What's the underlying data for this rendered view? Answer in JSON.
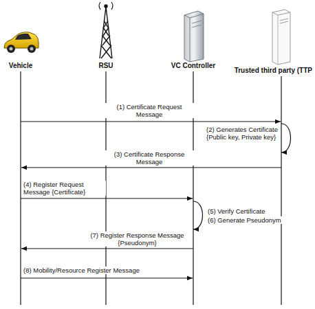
{
  "diagram": {
    "nodes": [
      {
        "text": [
          "Vehicle"
        ]
      },
      {
        "text": [
          "RSU"
        ]
      },
      {
        "text": [
          "VC Controller"
        ]
      },
      {
        "text": [
          "Trusted third party (TTP"
        ]
      }
    ],
    "edges": [
      {
        "from": 0,
        "to": 3,
        "arrow": "to",
        "label": "(1) Certificate Request Message"
      },
      {
        "from": 3,
        "to": 3,
        "arrow": "to",
        "label": "(2) Generates Certificate {Public key, Private key}"
      },
      {
        "from": 3,
        "to": 0,
        "arrow": "to",
        "label": "(3) Certificate Response Message"
      },
      {
        "from": 0,
        "to": 2,
        "arrow": "to",
        "label": "(4) Register Request Message {Certificate}"
      },
      {
        "from": 2,
        "to": 2,
        "arrow": "to",
        "label": "(5) Verify Certificate"
      },
      {
        "from": 2,
        "to": 0,
        "arrow": "to",
        "label": "(7) Register Response Message {Pseudonym}"
      },
      {
        "from": 0,
        "to": 2,
        "arrow": "to",
        "label": "(8) Mobility/Resource Register Message"
      }
    ],
    "labels": [
      "(6) Generate Pseudonym"
    ]
  }
}
